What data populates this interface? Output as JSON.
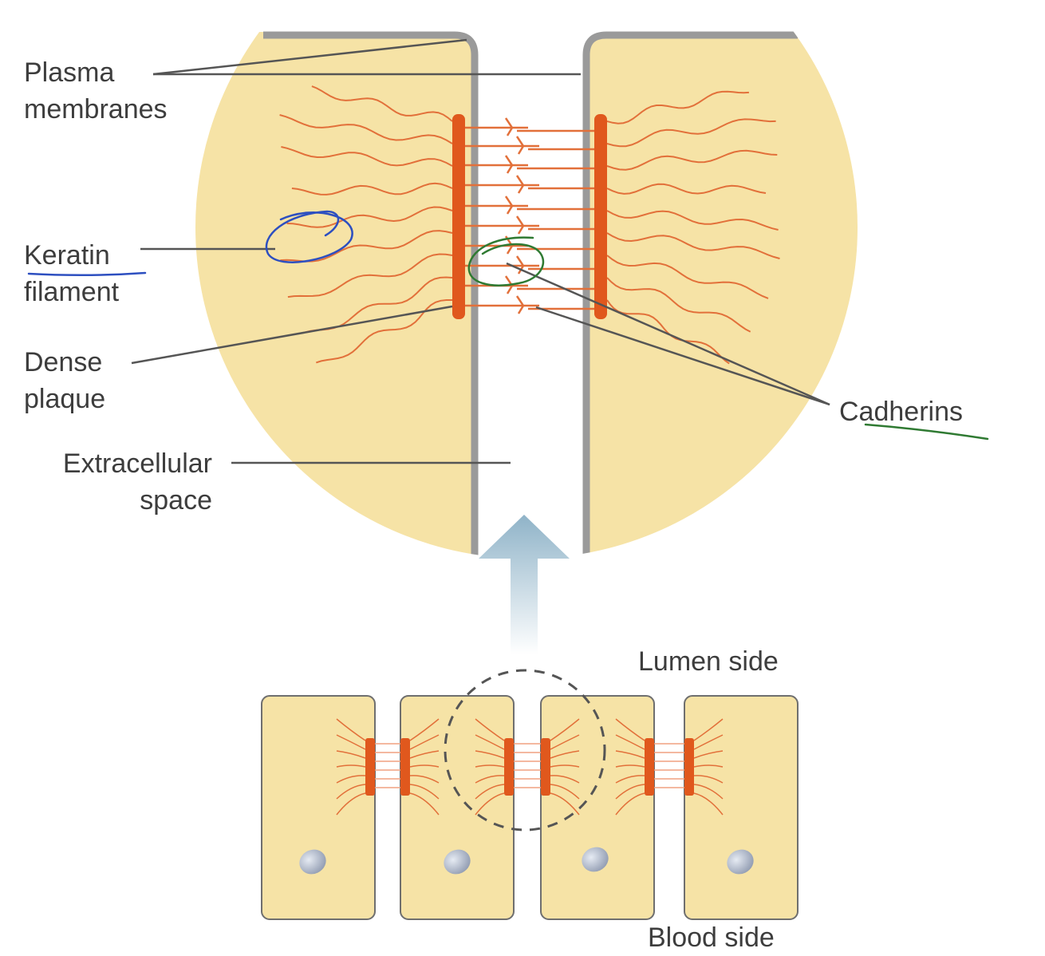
{
  "labels": {
    "plasma_membranes": [
      "Plasma",
      "membranes"
    ],
    "keratin_filament": [
      "Keratin",
      "filament"
    ],
    "dense_plaque": [
      "Dense",
      "plaque"
    ],
    "extracellular_space": [
      "Extracellular",
      "space"
    ],
    "cadherins": "Cadherins",
    "lumen_side": "Lumen side",
    "blood_side": "Blood side"
  },
  "colors": {
    "cytoplasm": "#f6e3a6",
    "membrane": "#9a9a9a",
    "plaque": "#e0581d",
    "filament": "#e2703a",
    "leader_line": "#555555",
    "arrow": "#8fb3c8",
    "nucleus": "#8f9ab0",
    "ink_blue": "#2d4fc0",
    "ink_green": "#2f7a32"
  }
}
